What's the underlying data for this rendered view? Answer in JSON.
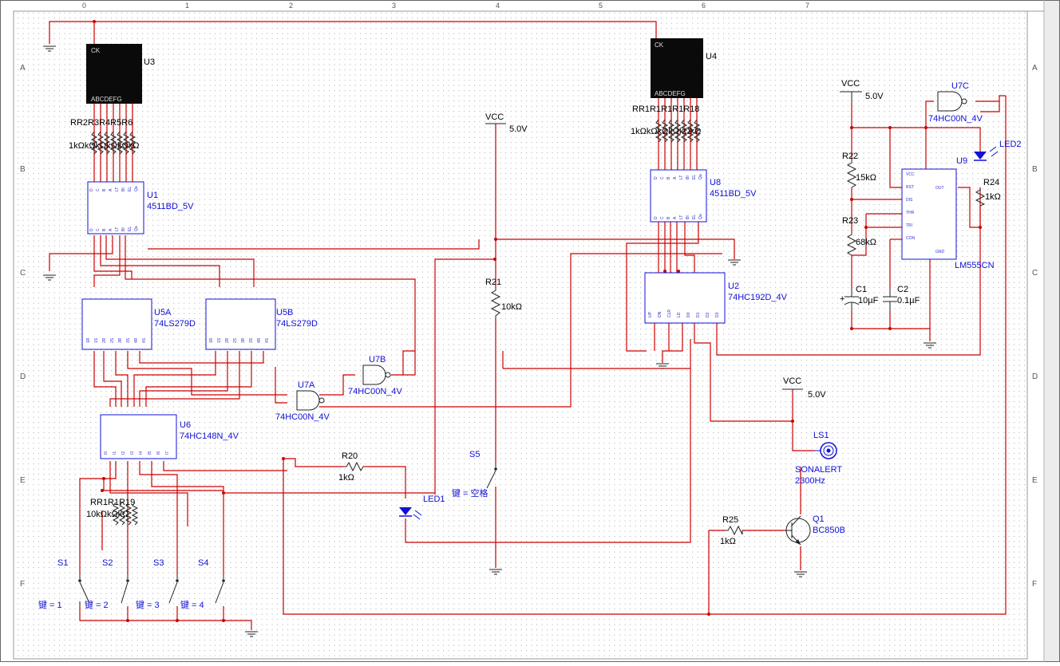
{
  "frame": {
    "col_labels": [
      "0",
      "1",
      "2",
      "3",
      "4",
      "5",
      "6",
      "7"
    ],
    "row_labels": [
      "A",
      "B",
      "C",
      "D",
      "E",
      "F"
    ]
  },
  "colors": {
    "wire": "#cc0000",
    "component_label": "#1010d8",
    "power_label": "#000000",
    "background": "#ffffff",
    "grid_dot": "#a8a8a8"
  },
  "displays": [
    {
      "ref": "U3",
      "top": "CK",
      "bottom": "ABCDEFG"
    },
    {
      "ref": "U4",
      "top": "CK",
      "bottom": "ABCDEFG"
    }
  ],
  "ics": [
    {
      "ref": "U1",
      "part": "4511BD_5V"
    },
    {
      "ref": "U8",
      "part": "4511BD_5V"
    },
    {
      "ref": "U5A",
      "part": "74LS279D"
    },
    {
      "ref": "U5B",
      "part": "74LS279D"
    },
    {
      "ref": "U6",
      "part": "74HC148N_4V"
    },
    {
      "ref": "U2",
      "part": "74HC192D_4V"
    },
    {
      "ref": "U9",
      "part": "LM555CN"
    }
  ],
  "gates": [
    {
      "ref": "U7A",
      "part": "74HC00N_4V"
    },
    {
      "ref": "U7B",
      "part": "74HC00N_4V"
    },
    {
      "ref": "U7C",
      "part": "74HC00N_4V"
    }
  ],
  "resnet_labels": {
    "u3_ref": "RR2R3R4R5R6",
    "u3_val": "1kΩkΩkΩkΩkΩkΩ",
    "u4_ref": "RR1R1R1R1R18",
    "u4_val": "1kΩkΩkΩkΩkΩkΩ",
    "u6_ref": "RR1R1R19",
    "u6_val": "10kΩkΩkΩ"
  },
  "resistors": [
    {
      "ref": "R21",
      "value": "10kΩ"
    },
    {
      "ref": "R20",
      "value": "1kΩ"
    },
    {
      "ref": "R22",
      "value": "15kΩ"
    },
    {
      "ref": "R23",
      "value": "68kΩ"
    },
    {
      "ref": "R24",
      "value": "1kΩ"
    },
    {
      "ref": "R25",
      "value": "1kΩ"
    }
  ],
  "capacitors": [
    {
      "ref": "C1",
      "value": "10µF"
    },
    {
      "ref": "C2",
      "value": "0.1µF"
    }
  ],
  "power": [
    {
      "name": "VCC",
      "voltage": "5.0V"
    },
    {
      "name": "VCC",
      "voltage": "5.0V"
    },
    {
      "name": "VCC",
      "voltage": "5.0V"
    }
  ],
  "leds": [
    {
      "ref": "LED1"
    },
    {
      "ref": "LED2"
    }
  ],
  "buzzer": {
    "ref": "LS1",
    "part": "SONALERT",
    "freq": "2300Hz"
  },
  "transistor": {
    "ref": "Q1",
    "part": "BC850B"
  },
  "switches": [
    {
      "ref": "S1",
      "key": "键 = 1"
    },
    {
      "ref": "S2",
      "key": "键 = 2"
    },
    {
      "ref": "S3",
      "key": "键 = 3"
    },
    {
      "ref": "S4",
      "key": "键 = 4"
    },
    {
      "ref": "S5",
      "key": "键 = 空格"
    }
  ],
  "pins": {
    "p4511": [
      "D",
      "C",
      "B",
      "A",
      "LT",
      "BI",
      "EL",
      "Qa"
    ],
    "p279": [
      "1R",
      "1S",
      "2R",
      "2S",
      "3R",
      "3S",
      "4R",
      "4S"
    ],
    "p148": [
      "I0",
      "I1",
      "I2",
      "I3",
      "I4",
      "I5",
      "I6",
      "I7"
    ],
    "p192": [
      "UP",
      "DN",
      "CLR",
      "LD",
      "D0",
      "D1",
      "D2",
      "D3"
    ],
    "p555": [
      "VCC",
      "RST",
      "DIS",
      "THR",
      "TRI",
      "CON",
      "OUT",
      "GND"
    ]
  }
}
